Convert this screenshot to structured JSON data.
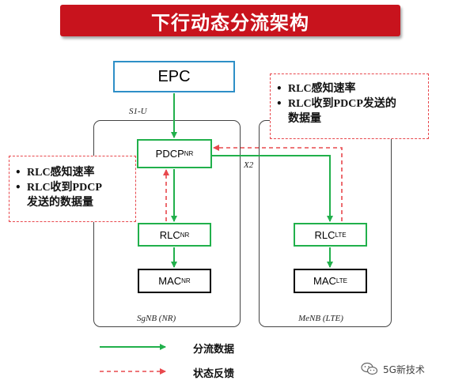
{
  "title": "下行动态分流架构",
  "nodes": {
    "epc": "EPC",
    "pdcp_nr": {
      "main": "PDCP",
      "sub": "NR"
    },
    "rlc_nr": {
      "main": "RLC",
      "sub": "NR"
    },
    "mac_nr": {
      "main": "MAC",
      "sub": "NR"
    },
    "rlc_lte": {
      "main": "RLC",
      "sub": "LTE"
    },
    "mac_lte": {
      "main": "MAC",
      "sub": "LTE"
    }
  },
  "labels": {
    "s1u": "S1-U",
    "x2": "X2",
    "sgnb": "SgNB (NR)",
    "menb": "MeNB (LTE)"
  },
  "notes": {
    "left": [
      "RLC感知速率",
      "RLC收到PDCP",
      "发送的数据量"
    ],
    "right": [
      "RLC感知速率",
      "RLC收到PDCP发送的",
      "数据量"
    ]
  },
  "legend": {
    "data_flow": "分流数据",
    "status_feedback": "状态反馈"
  },
  "colors": {
    "title_bg": "#c8131d",
    "data_arrow": "#21b04b",
    "feedback_arrow": "#e8484d",
    "epc_border": "#2e8fc7"
  },
  "watermark": {
    "icon": "wechat-icon",
    "text": "5G新技术"
  }
}
